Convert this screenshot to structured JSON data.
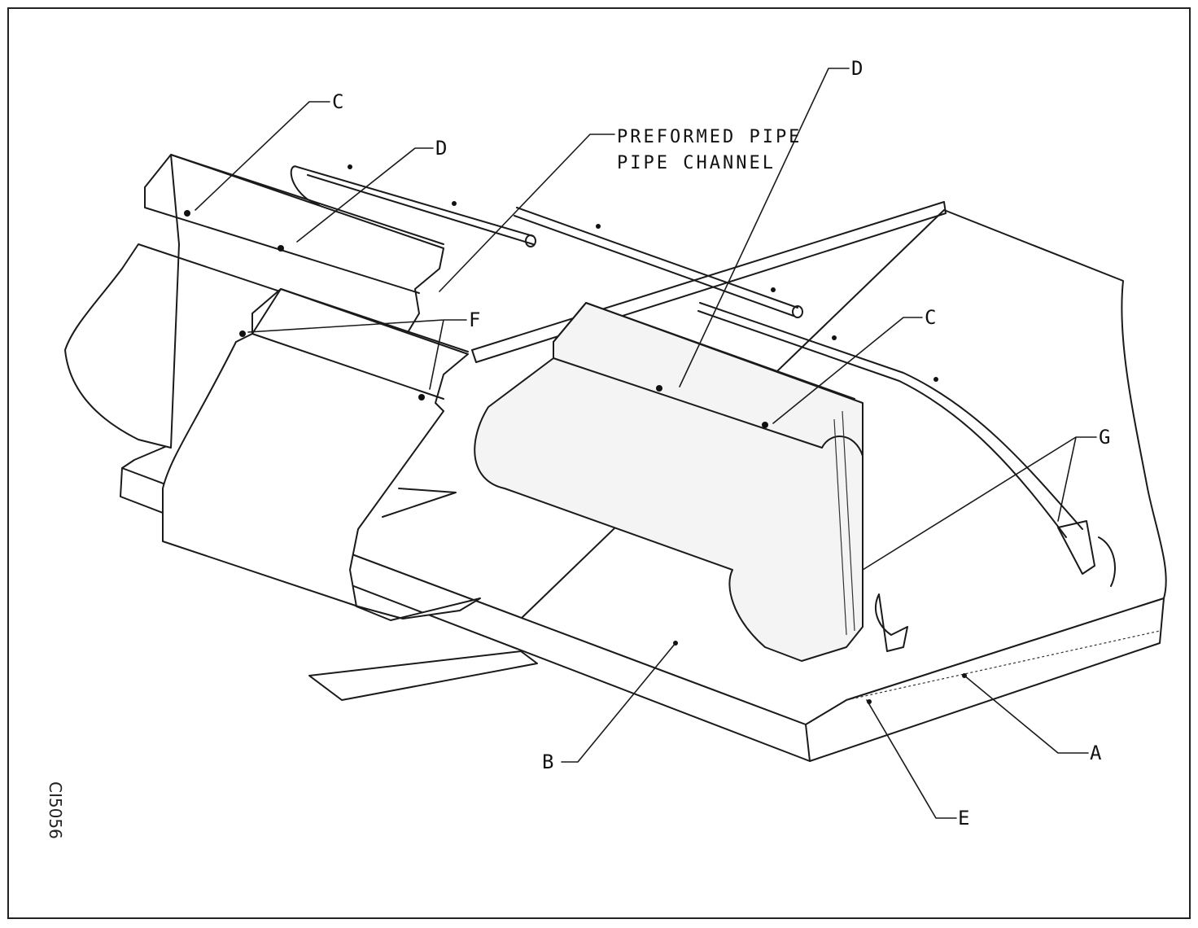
{
  "diagram": {
    "callouts": {
      "c_left": "C",
      "d_left": "D",
      "preformed_line1": "PREFORMED PIPE",
      "preformed_line2": "PIPE CHANNEL",
      "d_right": "D",
      "c_right": "C",
      "f": "F",
      "g": "G",
      "b": "B",
      "a": "A",
      "e": "E"
    },
    "figure_id": "CI5056"
  }
}
